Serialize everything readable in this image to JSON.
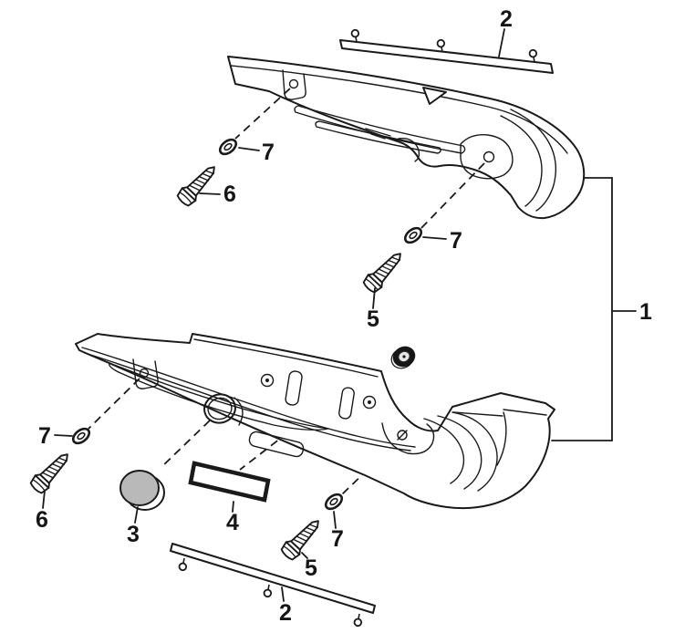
{
  "diagram": {
    "kind": "exploded-parts-diagram",
    "colors": {
      "background": "#ffffff",
      "line": "#1a1a1a",
      "cap_fill": "#b9b9b9",
      "grommet_dark": "#161616",
      "grommet_light": "#e6e6e6"
    }
  },
  "labels": [
    {
      "id": "callout-2-top",
      "text": "2"
    },
    {
      "id": "callout-7-upper-left",
      "text": "7"
    },
    {
      "id": "callout-6-upper",
      "text": "6"
    },
    {
      "id": "callout-7-middle",
      "text": "7"
    },
    {
      "id": "callout-5-middle",
      "text": "5"
    },
    {
      "id": "callout-1-bracket",
      "text": "1"
    },
    {
      "id": "callout-7-lower-left",
      "text": "7"
    },
    {
      "id": "callout-6-lower",
      "text": "6"
    },
    {
      "id": "callout-3-cap",
      "text": "3"
    },
    {
      "id": "callout-4-pad",
      "text": "4"
    },
    {
      "id": "callout-7-bottom",
      "text": "7"
    },
    {
      "id": "callout-5-bottom",
      "text": "5"
    },
    {
      "id": "callout-2-bottom",
      "text": "2"
    }
  ]
}
